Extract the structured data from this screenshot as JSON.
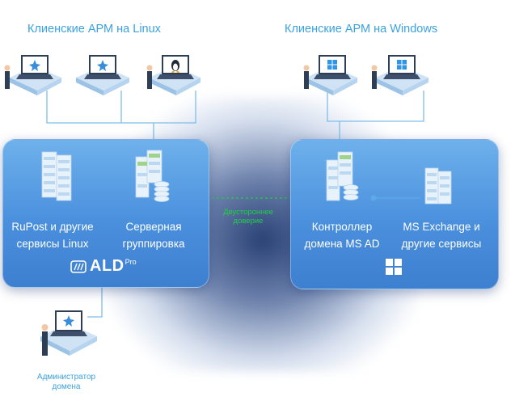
{
  "groups": {
    "linux_clients_title": "Клиенские АРМ на Linux",
    "windows_clients_title": "Клиенские АРМ на Windows"
  },
  "linux_domain": {
    "rupost_label_line1": "RuPost и другие",
    "rupost_label_line2": "сервисы Linux",
    "server_group_label_line1": "Серверная",
    "server_group_label_line2": "группировка",
    "logo_word": "ALD",
    "logo_sup": "Pro"
  },
  "windows_domain": {
    "ad_label_line1": "Контроллер",
    "ad_label_line2": "домена MS AD",
    "exchange_label_line1": "MS Exchange и",
    "exchange_label_line2": "другие сервисы"
  },
  "trust": {
    "line1": "Двустороннее",
    "line2": "доверие"
  },
  "admin": {
    "line1": "Администратор",
    "line2": "домена"
  },
  "colors": {
    "title_blue": "#3aa2e2",
    "panel_blue": "#4a90dd",
    "trust_green": "#1fcf4a",
    "connector_blue": "#5aaae6"
  },
  "icons": {
    "linux_clients": [
      "astra-star-icon",
      "astra-star-icon",
      "tux-penguin-icon"
    ],
    "windows_clients": [
      "windows-icon",
      "windows-icon"
    ]
  }
}
